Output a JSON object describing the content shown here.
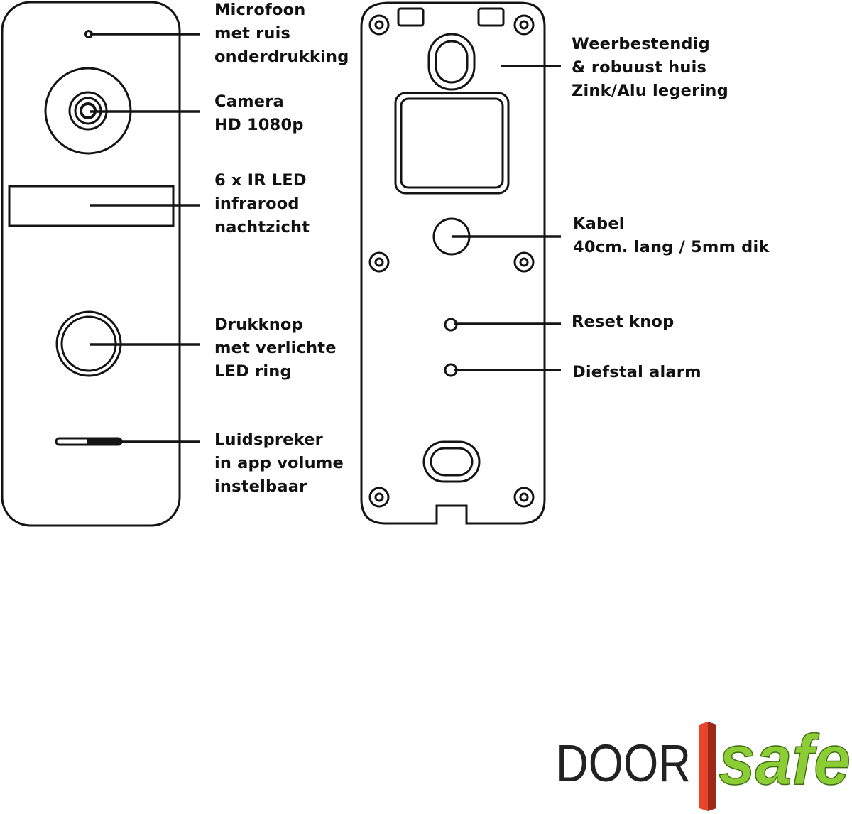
{
  "front_labels": {
    "microphone": [
      "Microfoon",
      "met ruis",
      "onderdrukking"
    ],
    "camera": [
      "Camera",
      "HD 1080p"
    ],
    "ir_led": [
      "6 x IR LED",
      "infrarood",
      "nachtzicht"
    ],
    "push_button": [
      "Drukknop",
      "met verlichte",
      "LED ring"
    ],
    "speaker": [
      "Luidspreker",
      "in app volume",
      "instelbaar"
    ]
  },
  "back_labels": {
    "housing": [
      "Weerbestendig",
      "& robuust huis",
      "Zink/Alu legering"
    ],
    "cable": [
      "Kabel",
      "40cm. lang / 5mm dik"
    ],
    "reset": [
      "Reset knop"
    ],
    "theft_alarm": [
      "Diefstal alarm"
    ]
  },
  "logo": {
    "part1": "DOOR",
    "part2": "safe",
    "colors": {
      "door": "#222222",
      "bar": "#e8452c",
      "bar_dark": "#9c2a18",
      "safe": "#8ccc34",
      "safe_outline": "#3f6e14"
    }
  },
  "colors": {
    "line": "#141414"
  }
}
